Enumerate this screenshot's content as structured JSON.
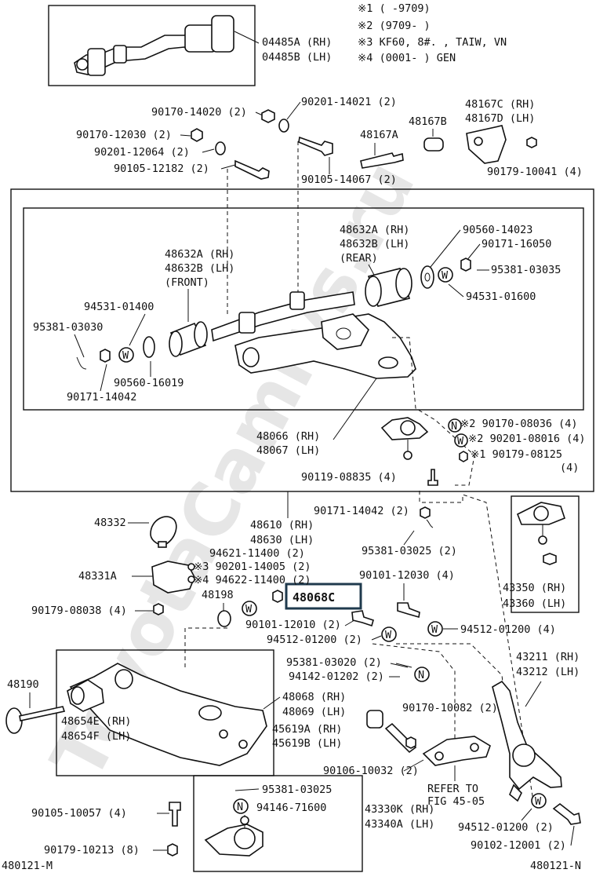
{
  "watermark": "ToyotaCamrys.ru",
  "notes": {
    "n1": "※1  (      -9709)",
    "n2": "※2  (9709-      )",
    "n3": "※3  KF60, 8#. , TAIW, VN",
    "n4": "※4  (0001-      ) GEN"
  },
  "labels": {
    "l04485a": "04485A (RH)",
    "l04485b": "04485B (LH)",
    "l90170_14020": "90170-14020 (2)",
    "l90201_14021": "90201-14021 (2)",
    "l90170_12030": "90170-12030 (2)",
    "l90201_12064": "90201-12064 (2)",
    "l90105_12182": "90105-12182 (2)",
    "l48167b": "48167B",
    "l48167a": "48167A",
    "l48167c": "48167C (RH)",
    "l48167d": "48167D (LH)",
    "l90105_14067": "90105-14067 (2)",
    "l90179_10041": "90179-10041 (4)",
    "l48632a_rear": "48632A (RH)",
    "l48632b_rear": "48632B (LH)",
    "l_rear": "(REAR)",
    "l90560_14023": "90560-14023",
    "l90171_16050": "90171-16050",
    "l95381_03035": "95381-03035",
    "l94531_01600": "94531-01600",
    "l48632a_front": "48632A (RH)",
    "l48632b_front": "48632B (LH)",
    "l_front": "(FRONT)",
    "l94531_01400": "94531-01400",
    "l95381_03030": "95381-03030",
    "l90560_16019": "90560-16019",
    "l90171_14042a": "90171-14042",
    "l90170_08036": "※2 90170-08036 (4)",
    "l90201_08016": "※2 90201-08016 (4)",
    "l90179_08125": "※1 90179-08125",
    "l90179_08125q": "(4)",
    "l48066": "48066 (RH)",
    "l48067": "48067 (LH)",
    "l90119_08835": "90119-08835 (4)",
    "l48332": "48332",
    "l48610": "48610 (RH)",
    "l48630": "48630 (LH)",
    "l90171_14042b": "90171-14042 (2)",
    "l95381_03025a": "95381-03025 (2)",
    "l94621_11400": "94621-11400 (2)",
    "l90201_14005": "※3 90201-14005 (2)",
    "l94622_11400": "※4 94622-11400 (2)",
    "l48331a": "48331A",
    "l48198": "48198",
    "l48068c": "48068C",
    "l90101_12030": "90101-12030 (4)",
    "l90179_08038": "90179-08038 (4)",
    "l90101_12010": "90101-12010 (2)",
    "l94512_01200a": "94512-01200 (2)",
    "l94512_01200b": "94512-01200 (4)",
    "l43350": "43350 (RH)",
    "l43360": "43360 (LH)",
    "l95381_03020": "95381-03020 (2)",
    "l94142_01202": "94142-01202 (2)",
    "l43211": "43211 (RH)",
    "l43212": "43212 (LH)",
    "l48190": "48190",
    "l48068": "48068 (RH)",
    "l48069": "48069 (LH)",
    "l48654e": "48654E (RH)",
    "l48654f": "48654F (LH)",
    "l45619a": "45619A (RH)",
    "l45619b": "45619B (LH)",
    "l90170_10082": "90170-10082 (2)",
    "l90106_10032": "90106-10032 (2)",
    "l_refer": "REFER TO",
    "l_fig": "FIG 45-05",
    "l90105_10057": "90105-10057 (4)",
    "l95381_03025b": "95381-03025",
    "l94146_71600": "94146-71600",
    "l43330k": "43330K (RH)",
    "l43340a": "43340A (LH)",
    "l94512_01200c": "94512-01200 (2)",
    "l90179_10213": "90179-10213 (8)",
    "l90102_12001": "90102-12001 (2)",
    "l480121m": "480121-M",
    "l480121n": "480121-N"
  },
  "markers": {
    "w": "W",
    "n": "N"
  }
}
